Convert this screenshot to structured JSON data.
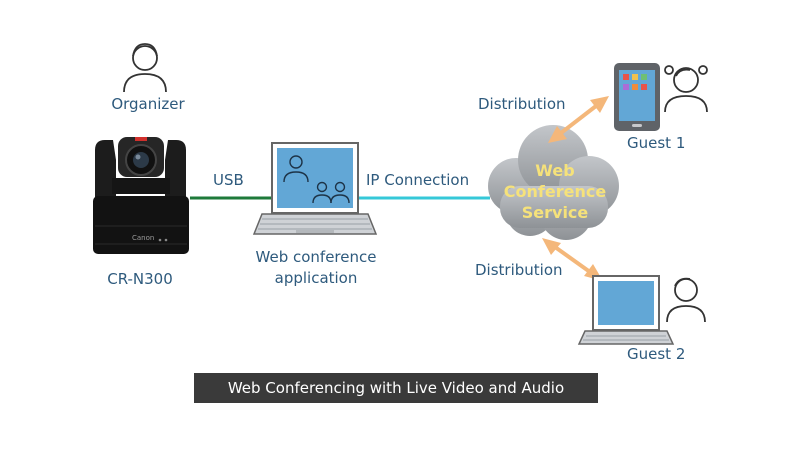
{
  "labels": {
    "organizer": "Organizer",
    "camera_model": "CR-N300",
    "camera_brand": "Canon",
    "usb": "USB",
    "app_line1": "Web conference",
    "app_line2": "application",
    "ip_connection": "IP Connection",
    "cloud_line1": "Web",
    "cloud_line2": "Conference",
    "cloud_line3": "Service",
    "distribution_top": "Distribution",
    "distribution_bottom": "Distribution",
    "guest1": "Guest 1",
    "guest2": "Guest 2"
  },
  "caption": "Web Conferencing with Live Video and Audio",
  "colors": {
    "label_text": "#2e5a7d",
    "usb_line": "#1e7a3a",
    "ip_line": "#35c8d8",
    "cloud": "#a8acb0",
    "cloud_text": "#f6e27a",
    "arrow": "#f4b77a",
    "screen": "#62a7d6",
    "caption_bg": "#3a3a3a"
  },
  "icons": {
    "organizer": "person-icon",
    "camera": "ptz-camera-icon",
    "laptop": "laptop-icon",
    "cloud": "cloud-icon",
    "guest1_device": "smartphone-icon",
    "guest1_person": "person-icon",
    "guest2_device": "laptop-icon",
    "guest2_person": "person-icon"
  }
}
